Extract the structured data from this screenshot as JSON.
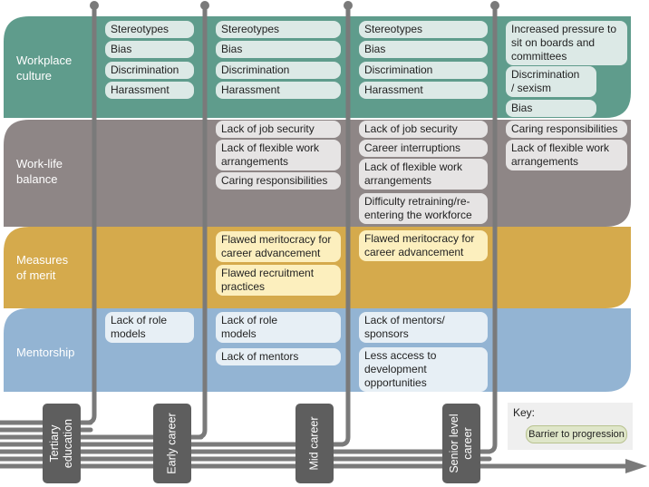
{
  "bands": [
    {
      "id": "workplace",
      "label": "Workplace\nculture",
      "color": "#5f9c8c"
    },
    {
      "id": "worklife",
      "label": "Work-life\nbalance",
      "color": "#8e8686"
    },
    {
      "id": "merit",
      "label": "Measures\nof merit",
      "color": "#d5aa4c"
    },
    {
      "id": "mentorship",
      "label": "Mentorship",
      "color": "#93b4d3"
    }
  ],
  "stages": [
    {
      "label": "Tertiary\neducation"
    },
    {
      "label": "Early career"
    },
    {
      "label": "Mid career"
    },
    {
      "label": "Senior level\ncareer"
    }
  ],
  "barriers": {
    "tertiary": {
      "workplace": [
        "Stereotypes",
        "Bias",
        "Discrimination",
        "Harassment"
      ],
      "mentorship": [
        "Lack of role\nmodels"
      ]
    },
    "early": {
      "workplace": [
        "Stereotypes",
        "Bias",
        "Discrimination",
        "Harassment"
      ],
      "worklife": [
        "Lack of job security",
        "Lack of flexible work\narrangements",
        "Caring responsibilities"
      ],
      "merit": [
        "Flawed meritocracy for\ncareer advancement",
        "Flawed recruitment\npractices"
      ],
      "mentorship": [
        "Lack of role\nmodels",
        "Lack of mentors"
      ]
    },
    "mid": {
      "workplace": [
        "Stereotypes",
        "Bias",
        "Discrimination",
        "Harassment"
      ],
      "worklife": [
        "Lack of job security",
        "Career interruptions",
        "Lack of flexible work\narrangements",
        "Difficulty retraining/re-\nentering the workforce"
      ],
      "merit": [
        "Flawed meritocracy for\ncareer advancement"
      ],
      "mentorship": [
        "Lack of mentors/\nsponsors",
        "Less access to\ndevelopment\nopportunities"
      ]
    },
    "senior": {
      "workplace": [
        "Increased pressure to\nsit on boards and\ncommittees",
        "Discrimination\n/ sexism",
        "Bias"
      ],
      "worklife": [
        "Caring responsibilities",
        "Lack of flexible work\narrangements"
      ]
    }
  },
  "key": {
    "title": "Key:",
    "item": "Barrier to progression"
  },
  "colors": {
    "pipe": "#7a7a7a",
    "stage": "#5e5e5e"
  }
}
